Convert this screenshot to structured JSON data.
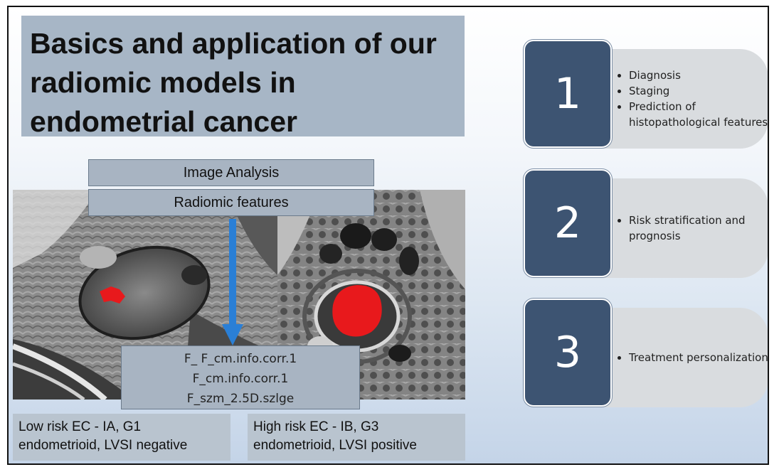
{
  "title": "Basics and application of our radiomic models in endometrial cancer",
  "pipeline": {
    "step1": "Image Analysis",
    "step2": "Radiomic features"
  },
  "features": [
    "F_ F_cm.info.corr.1",
    "F_cm.info.corr.1",
    "F_szm_2.5D.szlge"
  ],
  "cases": {
    "low": {
      "line1": "Low risk EC - IA, G1",
      "line2": "endometrioid, LVSI negative"
    },
    "high": {
      "line1": "High risk EC - IB, G3",
      "line2": "endometrioid, LVSI positive"
    }
  },
  "applications": [
    {
      "number": "1",
      "bullets": [
        "Diagnosis",
        "Staging",
        "Prediction of histopathological features"
      ]
    },
    {
      "number": "2",
      "bullets": [
        "Risk stratification and prognosis"
      ]
    },
    {
      "number": "3",
      "bullets": [
        "Treatment personalization"
      ]
    }
  ],
  "colors": {
    "tumor": "#e8191c",
    "block": "#3d5472",
    "arrow": "#2a7fd6"
  }
}
